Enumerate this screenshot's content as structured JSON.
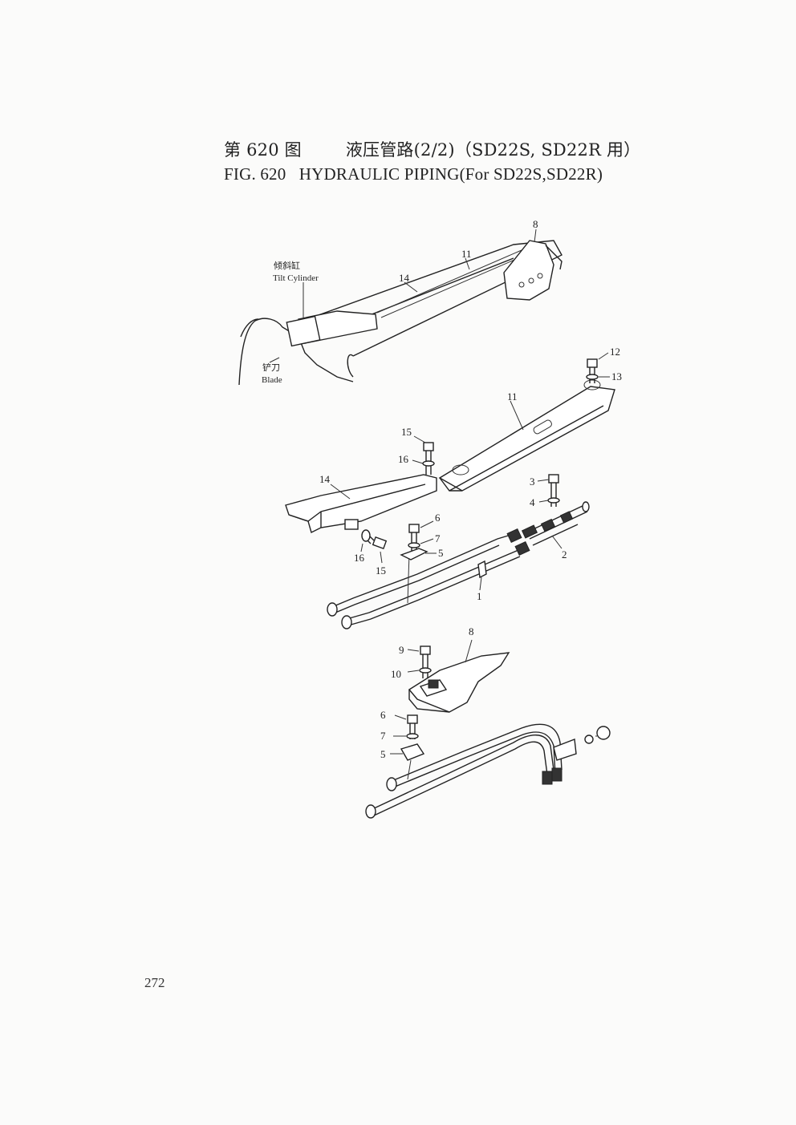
{
  "figure": {
    "title_cn": "第 620 图        液压管路(2/2)（SD22S, SD22R 用）",
    "title_en": "FIG. 620   HYDRAULIC PIPING(For SD22S,SD22R)"
  },
  "labels": {
    "tilt_cylinder_cn": "倾斜缸",
    "tilt_cylinder_en": "Tilt Cylinder",
    "blade_cn": "铲刀",
    "blade_en": "Blade"
  },
  "callouts": {
    "top_8": "8",
    "top_11": "11",
    "top_14": "14",
    "c12": "12",
    "c13": "13",
    "c11": "11",
    "c15a": "15",
    "c16a": "16",
    "c14": "14",
    "c3": "3",
    "c4": "4",
    "c2": "2",
    "c6a": "6",
    "c7a": "7",
    "c5a": "5",
    "c16b": "16",
    "c15b": "15",
    "c1": "1",
    "c8": "8",
    "c9": "9",
    "c10": "10",
    "c6b": "6",
    "c7b": "7",
    "c5b": "5"
  },
  "page_number": "272"
}
